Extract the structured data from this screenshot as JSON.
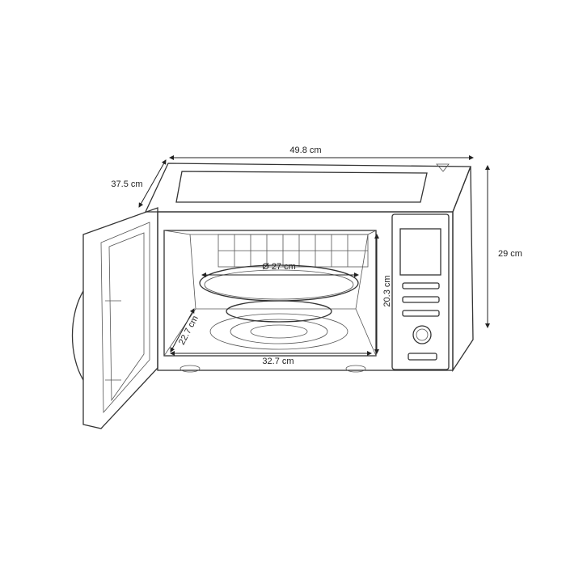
{
  "dimensions": {
    "width": "49.8 cm",
    "depth": "37.5 cm",
    "height": "29 cm",
    "turntable_diameter": "Ø 27 cm",
    "cavity_height": "20.3 cm",
    "cavity_depth": "22.7 cm",
    "cavity_width": "32.7 cm"
  },
  "colors": {
    "line": "#333333",
    "background": "#ffffff"
  }
}
